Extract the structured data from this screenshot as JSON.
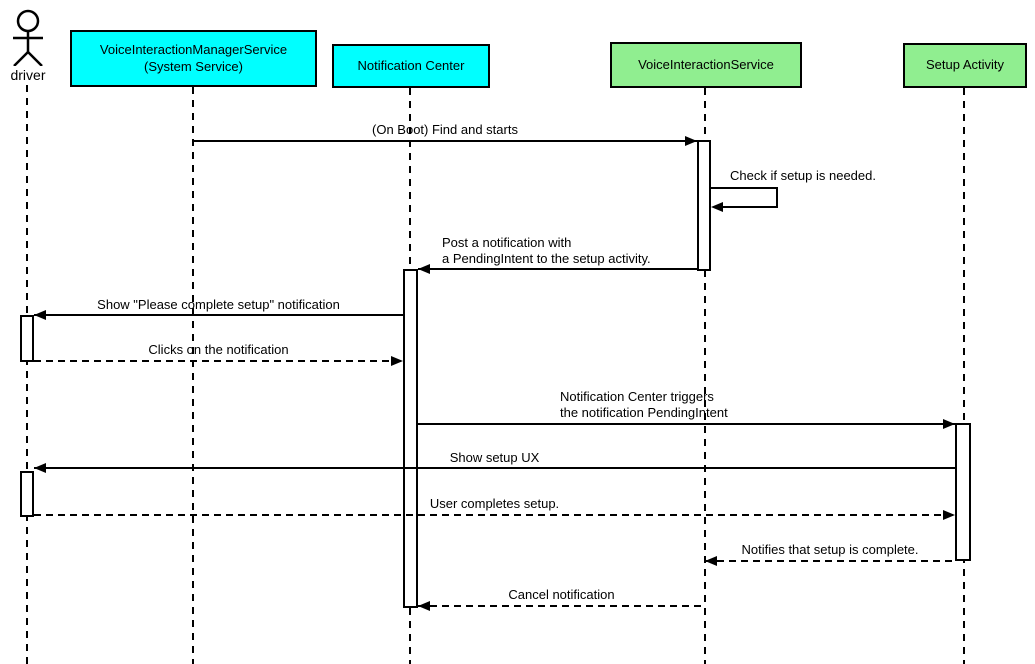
{
  "diagram": {
    "type": "uml-sequence",
    "colors": {
      "system_participant_fill": "#00FFFF",
      "app_participant_fill": "#90EE90",
      "line_color": "#000000",
      "activation_fill": "#FFFFFF",
      "background": "#FFFFFF"
    },
    "actor": {
      "label": "driver"
    },
    "participants": [
      {
        "label": "VoiceInteractionManagerService\n(System Service)",
        "fill": "#00FFFF"
      },
      {
        "label": "Notification Center",
        "fill": "#00FFFF"
      },
      {
        "label": "VoiceInteractionService",
        "fill": "#90EE90"
      },
      {
        "label": "Setup Activity",
        "fill": "#90EE90"
      }
    ],
    "messages": [
      {
        "label": "(On Boot) Find and starts",
        "from": "VoiceInteractionManagerService (System Service)",
        "to": "VoiceInteractionService",
        "line": "solid"
      },
      {
        "label": "Check if setup is needed.",
        "from": "VoiceInteractionService",
        "to": "VoiceInteractionService",
        "line": "solid",
        "self_message": true
      },
      {
        "label": "Post a notification with\na PendingIntent to the setup activity.",
        "from": "VoiceInteractionService",
        "to": "Notification Center",
        "line": "solid"
      },
      {
        "label": "Show \"Please complete setup\" notification",
        "from": "Notification Center",
        "to": "driver",
        "line": "solid"
      },
      {
        "label": "Clicks on the notification",
        "from": "driver",
        "to": "Notification Center",
        "line": "dashed"
      },
      {
        "label": "Notification Center triggers\nthe notification PendingIntent",
        "from": "Notification Center",
        "to": "Setup Activity",
        "line": "solid"
      },
      {
        "label": "Show setup UX",
        "from": "Setup Activity",
        "to": "driver",
        "line": "solid"
      },
      {
        "label": "User completes setup.",
        "from": "driver",
        "to": "Setup Activity",
        "line": "dashed"
      },
      {
        "label": "Notifies that setup is complete.",
        "from": "Setup Activity",
        "to": "VoiceInteractionService",
        "line": "dashed"
      },
      {
        "label": "Cancel notification",
        "from": "VoiceInteractionService",
        "to": "Notification Center",
        "line": "dashed"
      }
    ]
  }
}
